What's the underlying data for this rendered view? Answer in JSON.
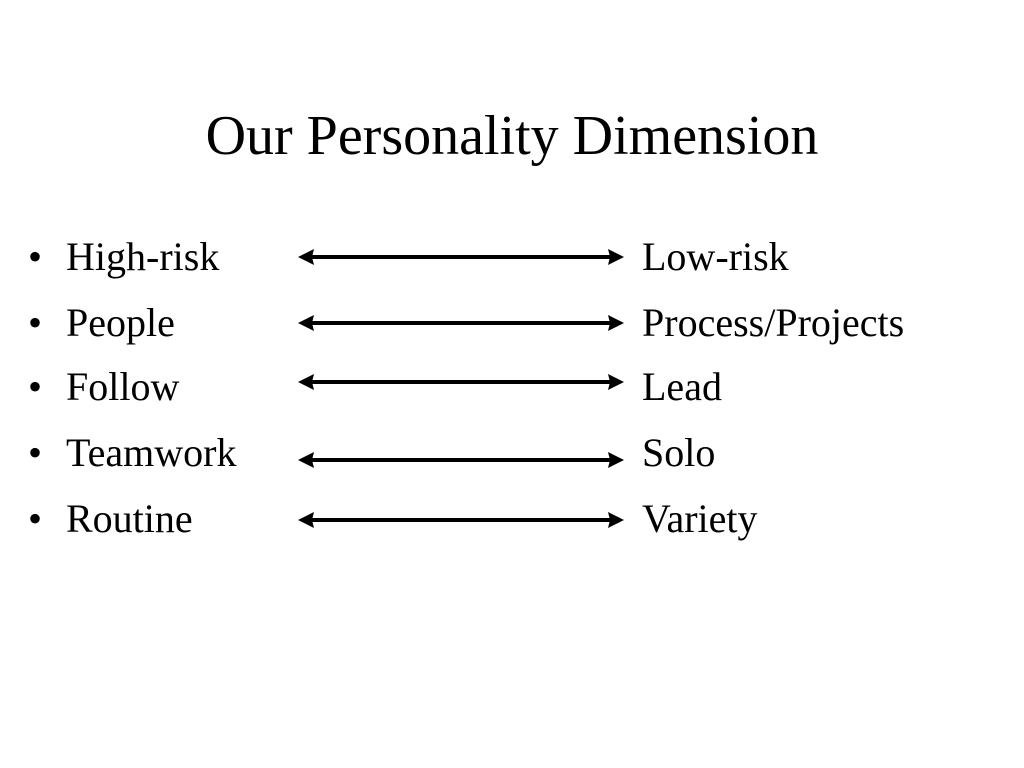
{
  "slide": {
    "title": "Our Personality Dimension",
    "bullet_glyph": "•",
    "rows": [
      {
        "left": "High-risk",
        "right": "Low-risk",
        "connector_icon": "double-headed-arrow"
      },
      {
        "left": "People",
        "right": "Process/Projects",
        "connector_icon": "double-headed-arrow"
      },
      {
        "left": "Follow",
        "right": "Lead",
        "connector_icon": "double-headed-arrow"
      },
      {
        "left": "Teamwork",
        "right": "Solo",
        "connector_icon": "double-headed-arrow"
      },
      {
        "left": "Routine",
        "right": "Variety",
        "connector_icon": "double-headed-arrow"
      }
    ]
  }
}
